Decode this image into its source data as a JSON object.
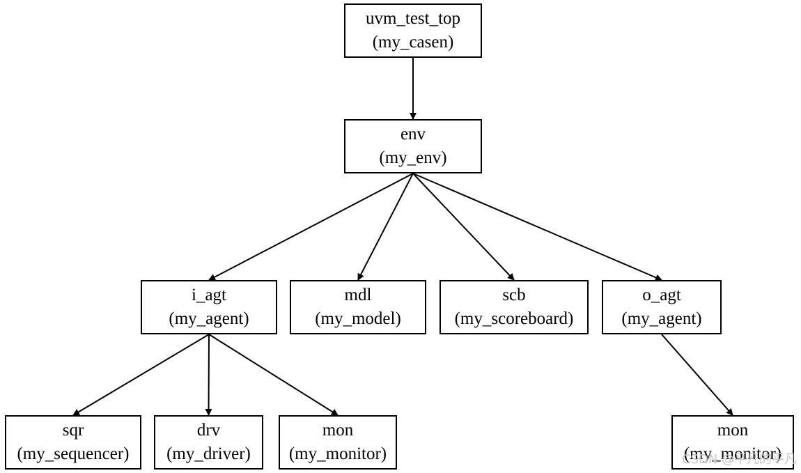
{
  "nodes": {
    "uvm_test_top": {
      "name": "uvm_test_top",
      "type": "(my_casen)"
    },
    "env": {
      "name": "env",
      "type": "(my_env)"
    },
    "i_agt": {
      "name": "i_agt",
      "type": "(my_agent)"
    },
    "mdl": {
      "name": "mdl",
      "type": "(my_model)"
    },
    "scb": {
      "name": "scb",
      "type": "(my_scoreboard)"
    },
    "o_agt": {
      "name": "o_agt",
      "type": "(my_agent)"
    },
    "sqr": {
      "name": "sqr",
      "type": "(my_sequencer)"
    },
    "drv": {
      "name": "drv",
      "type": "(my_driver)"
    },
    "mon_i": {
      "name": "mon",
      "type": "(my_monitor)"
    },
    "mon_o": {
      "name": "mon",
      "type": "(my_monitor)"
    }
  },
  "edges": [
    [
      "uvm_test_top",
      "env"
    ],
    [
      "env",
      "i_agt"
    ],
    [
      "env",
      "mdl"
    ],
    [
      "env",
      "scb"
    ],
    [
      "env",
      "o_agt"
    ],
    [
      "i_agt",
      "sqr"
    ],
    [
      "i_agt",
      "drv"
    ],
    [
      "i_agt",
      "mon_i"
    ],
    [
      "o_agt",
      "mon_o"
    ]
  ],
  "watermark": "CSDN @平凡的平凡"
}
